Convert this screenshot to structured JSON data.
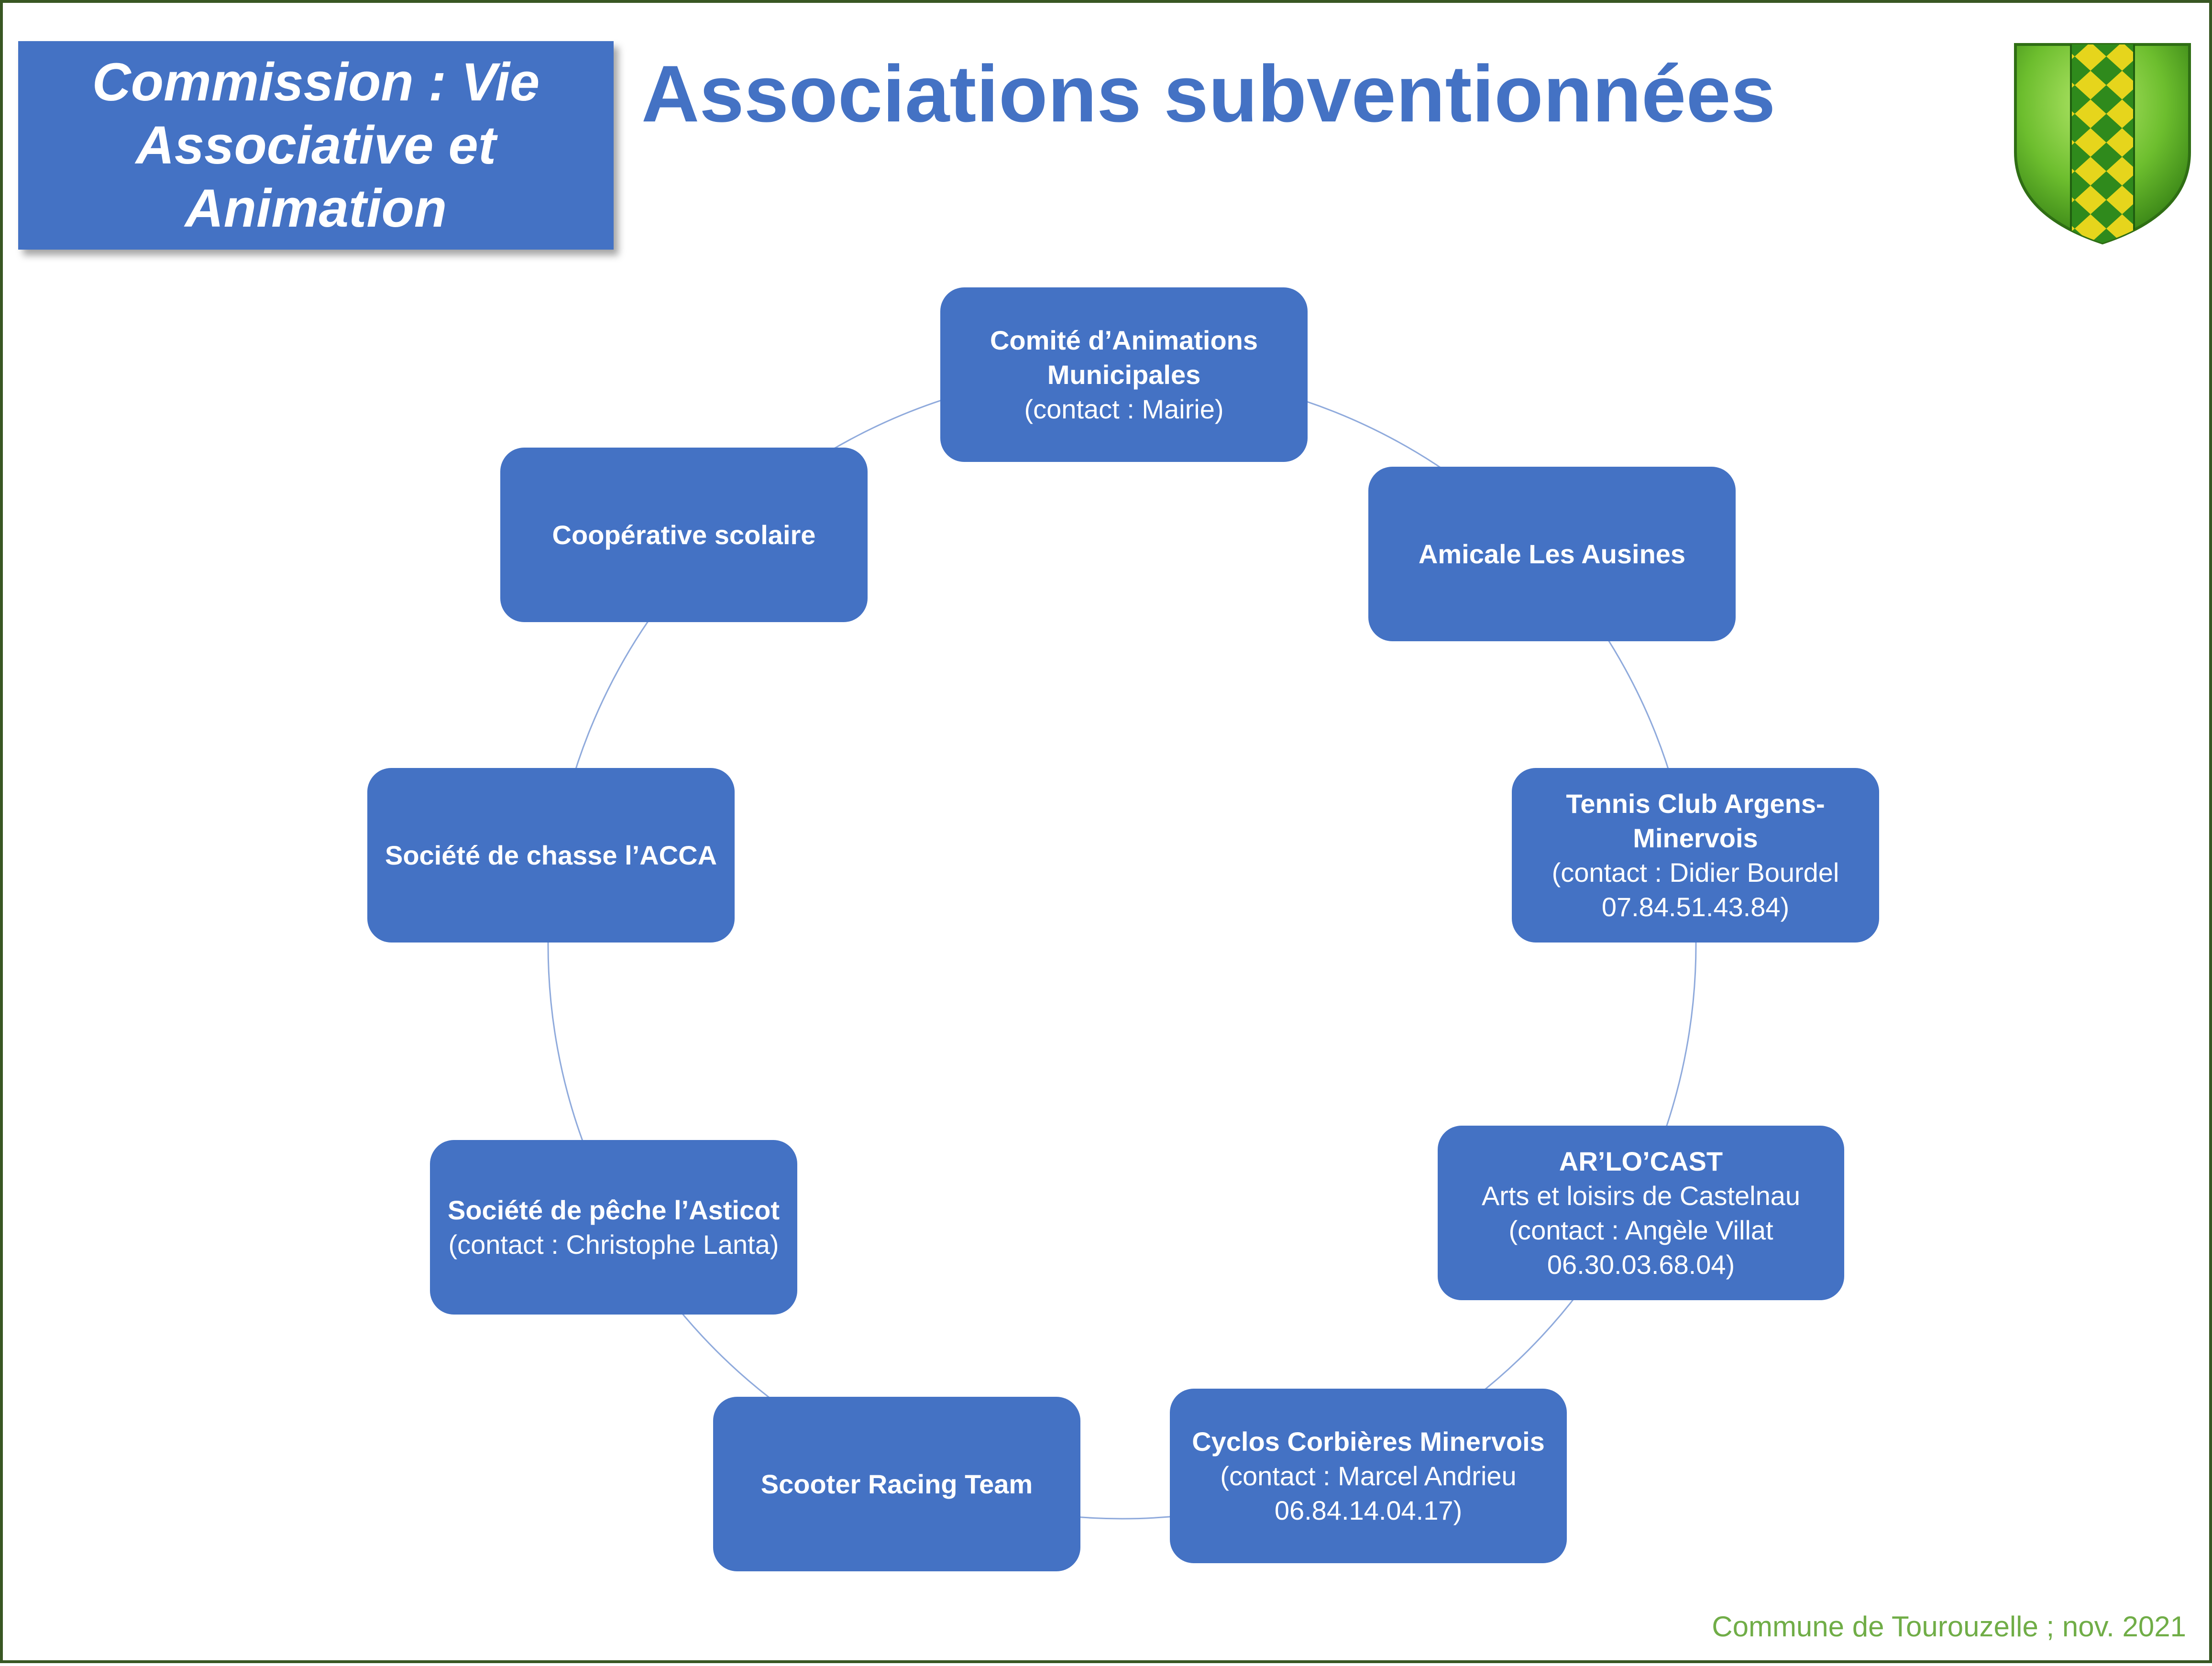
{
  "commission": {
    "label": "Commission : Vie Associative et Animation"
  },
  "title": "Associations subventionnées",
  "logo": {
    "icon": "coat-of-arms-icon",
    "colors": {
      "field": "#6DBE2E",
      "pale": "#E6D51C"
    }
  },
  "colors": {
    "node_fill": "#4472C4",
    "connector": "#8FAADC",
    "frame": "#385723",
    "footer": "#70AD47"
  },
  "nodes": [
    {
      "id": "comite",
      "title": "Comité d’Animations Municipales",
      "sub": "(contact : Mairie)"
    },
    {
      "id": "amicale",
      "title": "Amicale Les Ausines",
      "sub": ""
    },
    {
      "id": "tennis",
      "title": "Tennis Club Argens-Minervois",
      "sub": "(contact : Didier Bourdel 07.84.51.43.84)"
    },
    {
      "id": "arlocast",
      "title": "AR’LO’CAST",
      "sub": "Arts et loisirs de Castelnau (contact : Angèle Villat 06.30.03.68.04)"
    },
    {
      "id": "cyclos",
      "title": "Cyclos Corbières Minervois",
      "sub": "(contact : Marcel Andrieu 06.84.14.04.17)"
    },
    {
      "id": "scooter",
      "title": "Scooter Racing Team",
      "sub": ""
    },
    {
      "id": "peche",
      "title": "Société de pêche l’Asticot",
      "sub": "(contact : Christophe Lanta)"
    },
    {
      "id": "chasse",
      "title": "Société de chasse l’ACCA",
      "sub": ""
    },
    {
      "id": "cooperative",
      "title": "Coopérative scolaire",
      "sub": ""
    }
  ],
  "footer": "Commune de Tourouzelle ; nov. 2021"
}
